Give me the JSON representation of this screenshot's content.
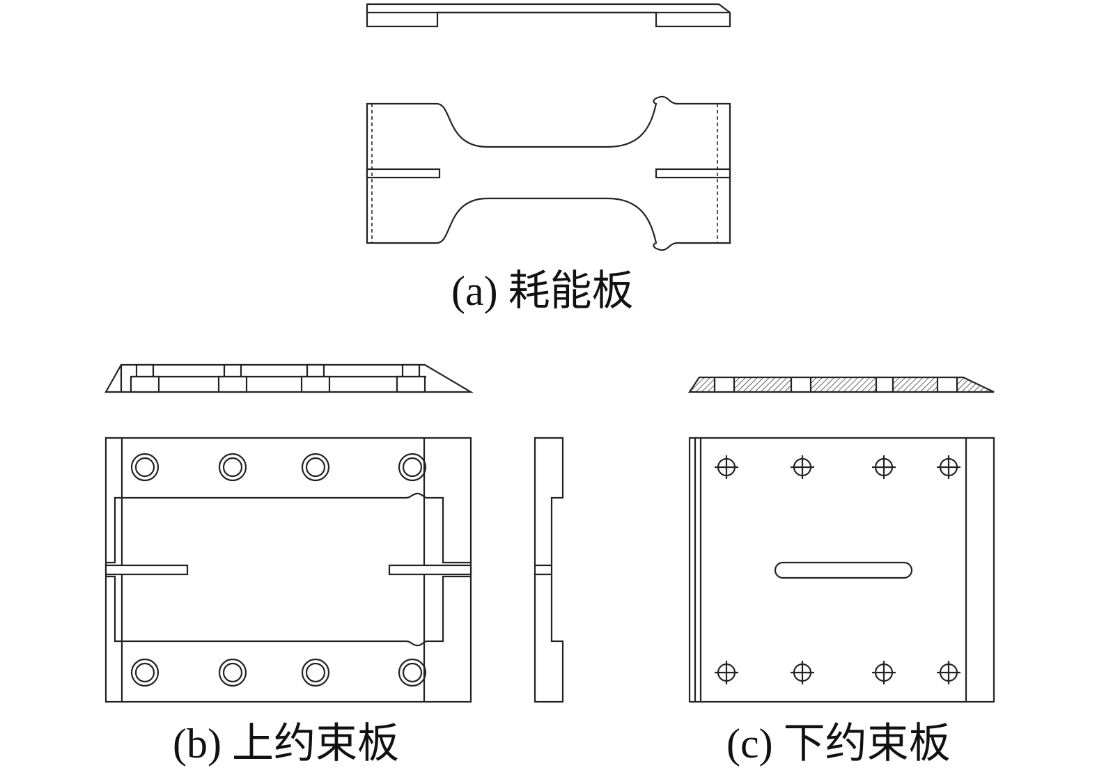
{
  "figure": {
    "captions": {
      "a": "(a) 耗能板",
      "b": "(b) 上约束板",
      "c": "(c) 下约束板"
    },
    "colors": {
      "line": "#222222",
      "background": "#ffffff"
    }
  }
}
